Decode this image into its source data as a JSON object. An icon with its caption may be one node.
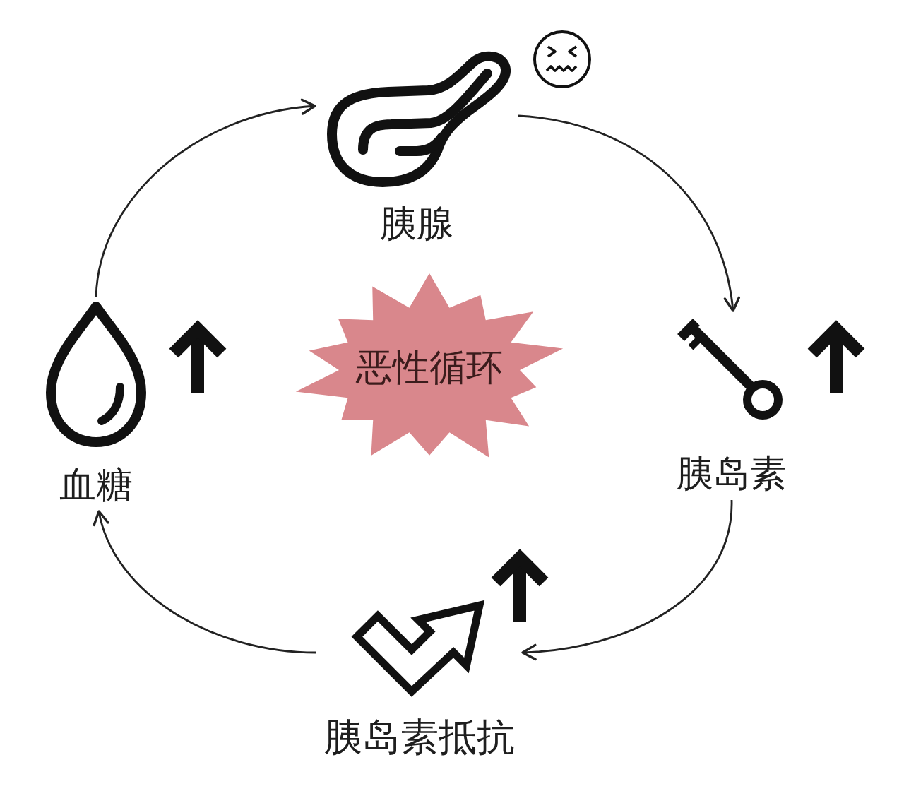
{
  "diagram": {
    "nodes": [
      {
        "text": [
          "胰腺"
        ]
      },
      {
        "text": [
          "血糖"
        ]
      },
      {
        "text": [
          "恶性循环"
        ]
      },
      {
        "text": [
          "胰岛素"
        ]
      },
      {
        "text": [
          "胰岛素抵抗"
        ]
      }
    ],
    "edges": [
      {
        "from": 0,
        "to": 3,
        "arrow": "to"
      },
      {
        "from": 3,
        "to": 4,
        "arrow": "to"
      },
      {
        "from": 4,
        "to": 1,
        "arrow": "to"
      },
      {
        "from": 1,
        "to": 0,
        "arrow": "to"
      }
    ]
  }
}
